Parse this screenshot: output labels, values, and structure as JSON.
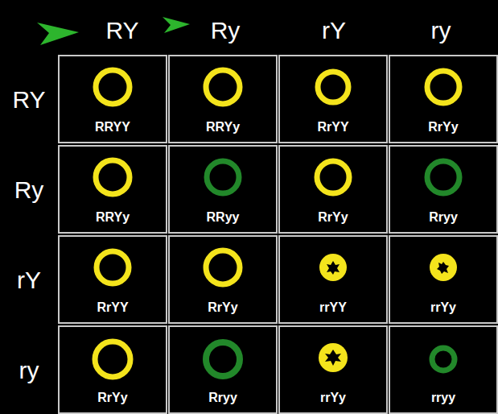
{
  "diagram": {
    "nodes": [
      {
        "text": [
          "RRYY"
        ]
      },
      {
        "text": [
          "RRYy"
        ]
      },
      {
        "text": [
          "RrYY"
        ]
      },
      {
        "text": [
          "RrYy"
        ]
      },
      {
        "text": [
          "RRYy"
        ]
      },
      {
        "text": [
          "RRyy"
        ]
      },
      {
        "text": [
          "RrYy"
        ]
      },
      {
        "text": [
          "Rryy"
        ]
      },
      {
        "text": [
          "RrYY"
        ]
      },
      {
        "text": [
          "RrYy"
        ]
      },
      {
        "text": [
          "rrYY"
        ]
      },
      {
        "text": [
          "rrYy"
        ]
      },
      {
        "text": [
          "RrYy"
        ]
      },
      {
        "text": [
          "Rryy"
        ]
      },
      {
        "text": [
          "rrYy"
        ]
      },
      {
        "text": [
          "rryy"
        ]
      }
    ],
    "labels": [
      "RY",
      "Ry",
      "rY",
      "ry",
      "RY",
      "Ry",
      "rY",
      "ry"
    ]
  }
}
